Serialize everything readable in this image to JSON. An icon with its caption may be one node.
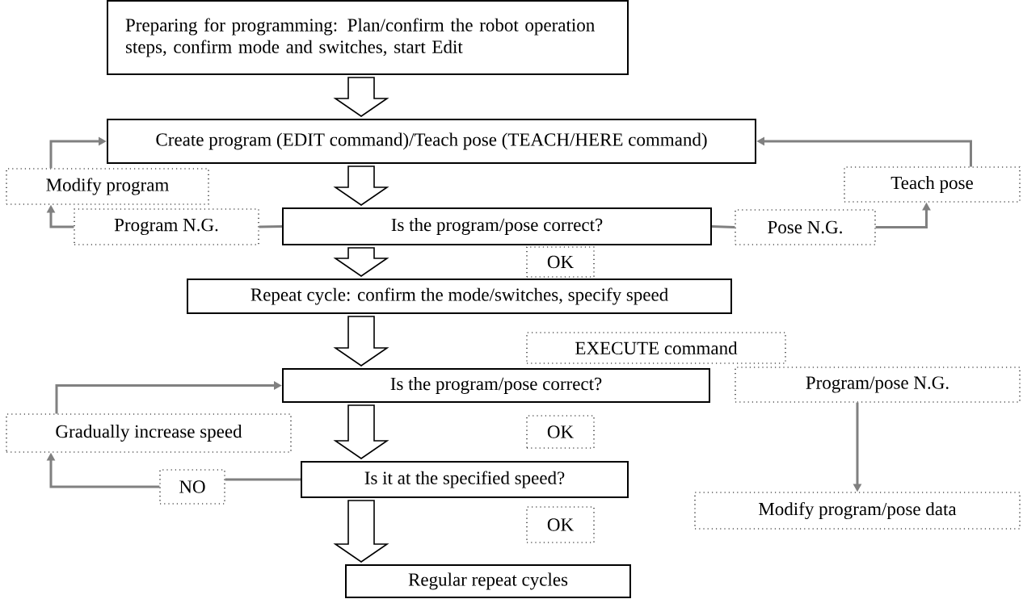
{
  "diagram": {
    "nodes": [
      {
        "text": [
          "Preparing for programming: Plan/confirm the robot operation steps, confirm mode and switches, start Edit"
        ]
      },
      {
        "text": [
          "Create program (EDIT command)/Teach pose (TEACH/HERE command)"
        ]
      },
      {
        "text": [
          "Modify program"
        ]
      },
      {
        "text": [
          "Teach pose"
        ]
      },
      {
        "text": [
          "Program N.G."
        ]
      },
      {
        "text": [
          "Is the program/pose correct?"
        ]
      },
      {
        "text": [
          "Pose N.G."
        ]
      },
      {
        "text": [
          "OK"
        ]
      },
      {
        "text": [
          "Repeat cycle: confirm the mode/switches, specify speed"
        ]
      },
      {
        "text": [
          "EXECUTE command"
        ]
      },
      {
        "text": [
          "Is the program/pose correct?"
        ]
      },
      {
        "text": [
          "Program/pose N.G."
        ]
      },
      {
        "text": [
          "Gradually increase  speed"
        ]
      },
      {
        "text": [
          "OK"
        ]
      },
      {
        "text": [
          "NO"
        ]
      },
      {
        "text": [
          "Is it at the specified speed?"
        ]
      },
      {
        "text": [
          "Modify program/pose data"
        ]
      },
      {
        "text": [
          "OK"
        ]
      },
      {
        "text": [
          "Regular repeat cycles"
        ]
      }
    ],
    "edges": [
      {
        "from": 0,
        "to": 1,
        "arrow": "to",
        "style": "thick",
        "color": "#000000"
      },
      {
        "from": 1,
        "to": 5,
        "arrow": "to",
        "style": "thick",
        "color": "#000000"
      },
      {
        "from": 5,
        "to": 4,
        "arrow": "none"
      },
      {
        "from": 4,
        "to": 2,
        "arrow": "to"
      },
      {
        "from": 2,
        "to": 1,
        "arrow": "to"
      },
      {
        "from": 5,
        "to": 6,
        "arrow": "none"
      },
      {
        "from": 6,
        "to": 3,
        "arrow": "to"
      },
      {
        "from": 3,
        "to": 1,
        "arrow": "to"
      },
      {
        "from": 5,
        "to": 8,
        "arrow": "to",
        "style": "thick",
        "color": "#000000"
      },
      {
        "from": 8,
        "to": 10,
        "arrow": "to",
        "style": "thick",
        "color": "#000000"
      },
      {
        "from": 11,
        "to": 16,
        "arrow": "to"
      },
      {
        "from": 10,
        "to": 15,
        "arrow": "to",
        "style": "thick",
        "color": "#000000"
      },
      {
        "from": 15,
        "to": 14,
        "arrow": "none"
      },
      {
        "from": 14,
        "to": 12,
        "arrow": "to"
      },
      {
        "from": 12,
        "to": 10,
        "arrow": "to"
      },
      {
        "from": 15,
        "to": 18,
        "arrow": "to",
        "style": "thick",
        "color": "#000000"
      }
    ]
  }
}
